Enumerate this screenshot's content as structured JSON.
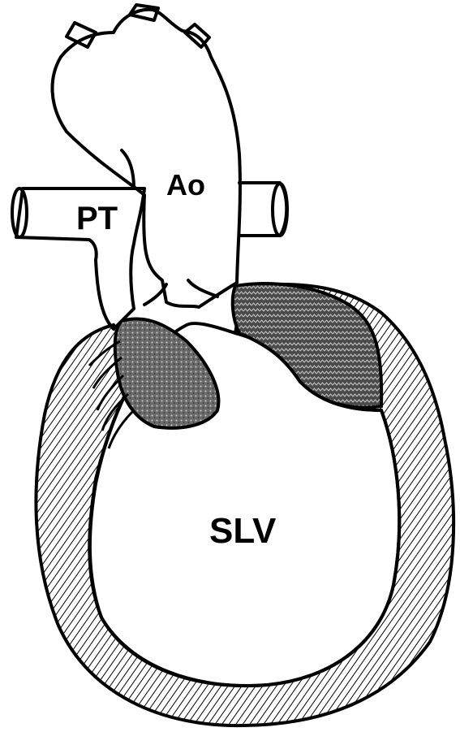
{
  "labels": {
    "pulmonary_trunk": "PT",
    "aorta": "Ao",
    "single_left_ventricle": "SLV"
  },
  "colors": {
    "ink": "#000000",
    "background": "#ffffff",
    "shading_dark": "#555555",
    "shading_light": "#9a9a9a"
  }
}
